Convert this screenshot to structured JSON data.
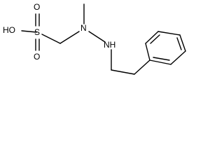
{
  "labels": {
    "hydroxyl": "HO",
    "sulfur": "S",
    "oxygen_top": "O",
    "oxygen_bottom": "O",
    "nitrogen_methyl": "N",
    "nitrogen_nh": "NH"
  },
  "colors": {
    "bond": "#000000",
    "text": "#000000",
    "background": "#ffffff"
  }
}
